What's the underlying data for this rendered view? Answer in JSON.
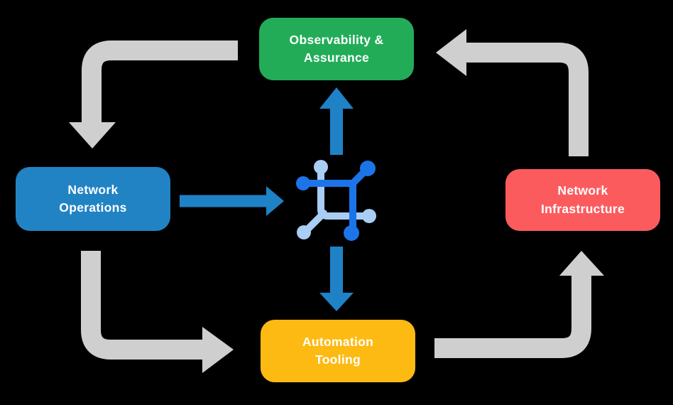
{
  "background": "#000000",
  "text_color": "#FFFFFF",
  "nodes": {
    "observability": {
      "label": "Observability & Assurance",
      "lines": [
        "Observability &",
        "Assurance"
      ],
      "color": "#22AC58"
    },
    "operations": {
      "label": "Network Operations",
      "lines": [
        "Network",
        "Operations"
      ],
      "color": "#2183C4"
    },
    "infrastructure": {
      "label": "Network Infrastructure",
      "lines": [
        "Network",
        "Infrastructure"
      ],
      "color": "#FC5B5E"
    },
    "automation": {
      "label": "Automation Tooling",
      "lines": [
        "Automation",
        "Tooling"
      ],
      "color": "#FDBA13"
    }
  },
  "center_icon": {
    "name": "network-mesh-icon",
    "dark_blue": "#1C75E8",
    "light_blue": "#A9CDF4"
  },
  "arrows": {
    "gray_color": "#CFCFCF",
    "blue_color": "#1F82C7",
    "flows": [
      {
        "from": "Observability & Assurance",
        "to": "Network Operations",
        "style": "gray"
      },
      {
        "from": "Network Operations",
        "to": "Automation Tooling",
        "style": "gray"
      },
      {
        "from": "Automation Tooling",
        "to": "Network Infrastructure",
        "style": "gray"
      },
      {
        "from": "Network Infrastructure",
        "to": "Observability & Assurance",
        "style": "gray"
      },
      {
        "from": "Network Operations",
        "to": "center icon",
        "style": "blue"
      },
      {
        "from": "center icon",
        "to": "Observability & Assurance",
        "style": "blue"
      },
      {
        "from": "center icon",
        "to": "Automation Tooling",
        "style": "blue"
      }
    ]
  }
}
